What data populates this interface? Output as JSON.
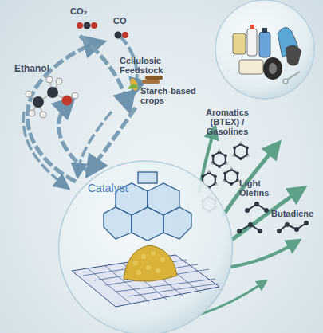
{
  "diagram": {
    "nodes": [
      {
        "text": [
          "Catalyst"
        ]
      }
    ],
    "labels": [
      "CO₂",
      "CO",
      "Ethanol",
      "Cellulosic Feedstock",
      "Starch-based crops",
      "Aromatics (BTEX) / Gasolines",
      "Light Olefins",
      "Butadiene"
    ]
  }
}
